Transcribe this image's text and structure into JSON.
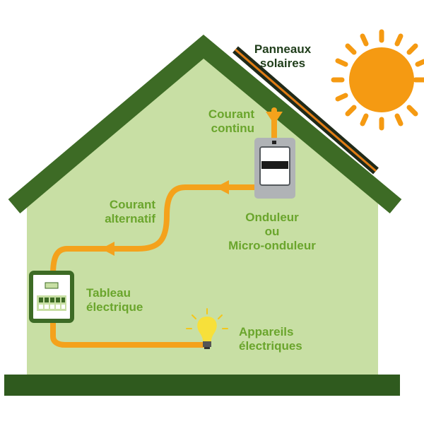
{
  "labels": {
    "solar_panels": [
      "Panneaux",
      "solaires"
    ],
    "direct_current": [
      "Courant",
      "continu"
    ],
    "alternating_current": [
      "Courant",
      "alternatif"
    ],
    "inverter": [
      "Onduleur",
      "ou",
      "Micro-onduleur"
    ],
    "electrical_panel": [
      "Tableau",
      "électrique"
    ],
    "appliances": [
      "Appareils",
      "électriques"
    ]
  },
  "icons": {
    "sun": "sun-icon",
    "inverter": "inverter-icon",
    "panel": "electrical-panel-icon",
    "bulb": "light-bulb-icon"
  },
  "colors": {
    "house_fill": "#c8dfa4",
    "roof": "#3d6b25",
    "ground": "#2f5a1e",
    "wire": "#f4a21c",
    "sun": "#f59a12",
    "label_dark": "#1f3d1a",
    "label_green": "#6aa52c",
    "inverter_body": "#b0b3b6",
    "bulb": "#f7e03a"
  }
}
